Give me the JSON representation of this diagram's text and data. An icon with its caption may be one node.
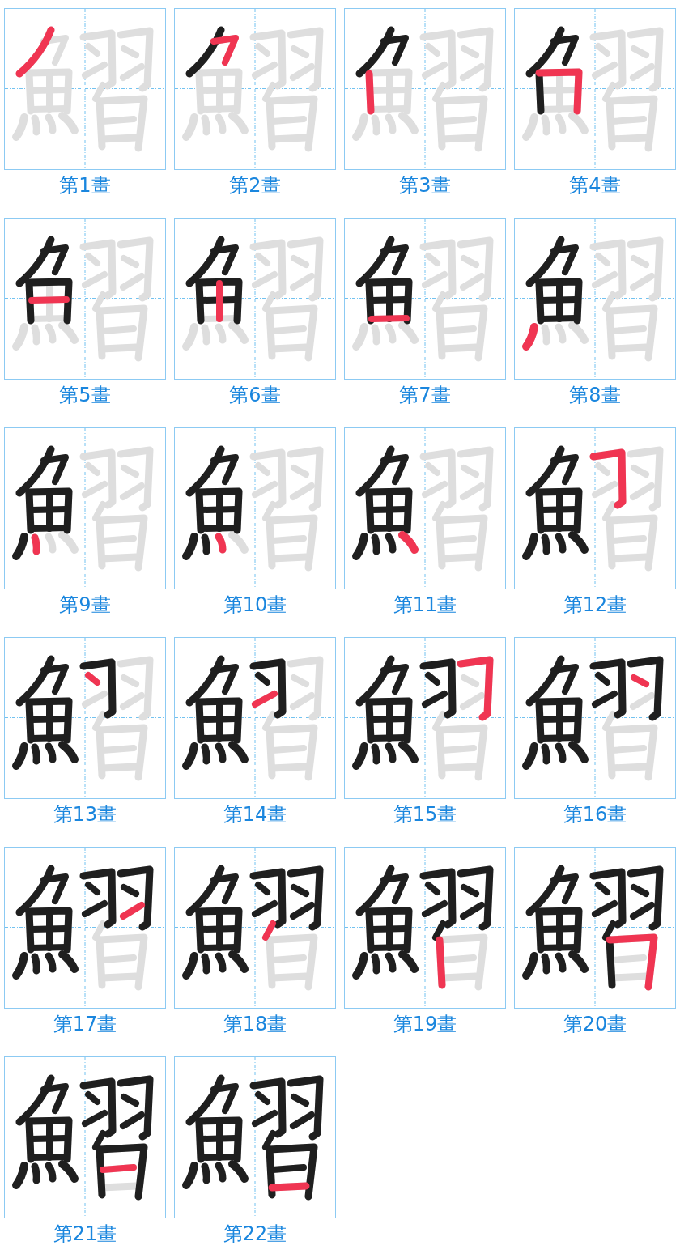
{
  "diagram": {
    "labels": [
      "第1畫",
      "第2畫",
      "第3畫",
      "第4畫",
      "第5畫",
      "第6畫",
      "第7畫",
      "第8畫",
      "第9畫",
      "第10畫",
      "第11畫",
      "第12畫",
      "第13畫",
      "第14畫",
      "第15畫",
      "第16畫",
      "第17畫",
      "第18畫",
      "第19畫",
      "第20畫",
      "第21畫",
      "第22畫"
    ]
  }
}
